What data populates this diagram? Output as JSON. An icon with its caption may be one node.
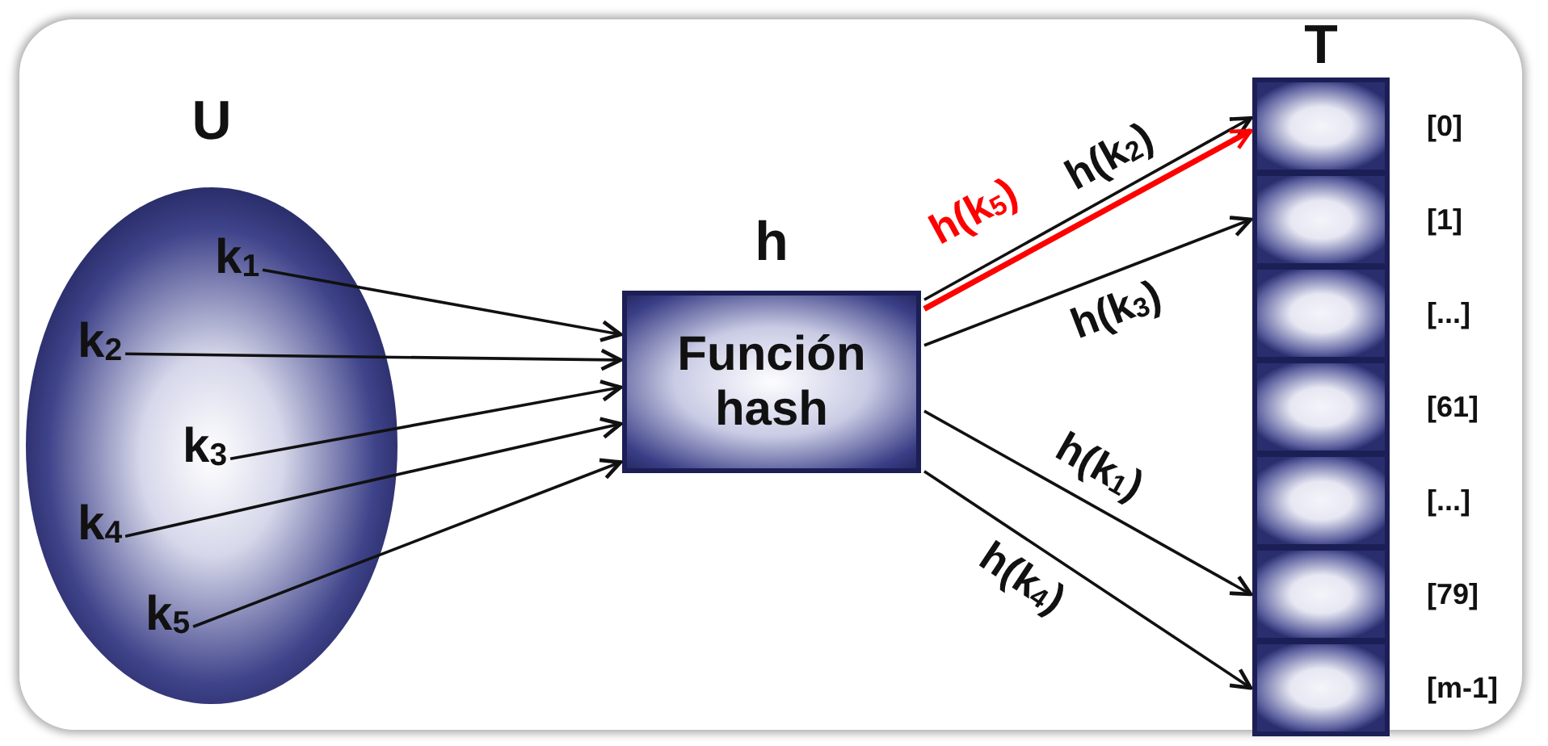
{
  "diagram": {
    "nodes": [
      {
        "text": [
          "U"
        ]
      },
      {
        "text": [
          "k$_{1}$"
        ],
        "in": 0
      },
      {
        "text": [
          "k$_{2}$"
        ],
        "in": 0
      },
      {
        "text": [
          "k$_{3}$"
        ],
        "in": 0
      },
      {
        "text": [
          "k$_{4}$"
        ],
        "in": 0
      },
      {
        "text": [
          "k$_{5}$"
        ],
        "in": 0
      },
      {
        "text": [
          "h",
          "Función hash"
        ]
      },
      {
        "text": [
          "T"
        ]
      },
      {
        "text": [],
        "shape": "box",
        "in": 7,
        "beside": [
          "[0]"
        ]
      },
      {
        "text": [],
        "shape": "box",
        "in": 7,
        "beside": [
          "[1]"
        ]
      },
      {
        "text": [],
        "shape": "box",
        "in": 7,
        "beside": [
          "[...]"
        ]
      },
      {
        "text": [],
        "shape": "box",
        "in": 7,
        "beside": [
          "[61]"
        ]
      },
      {
        "text": [],
        "shape": "box",
        "in": 7,
        "beside": [
          "[...]"
        ]
      },
      {
        "text": [],
        "shape": "box",
        "in": 7,
        "beside": [
          "[79]"
        ]
      },
      {
        "text": [],
        "shape": "box",
        "in": 7,
        "beside": [
          "[m-1]"
        ]
      }
    ],
    "edges": [
      {
        "from": 1,
        "to": 6,
        "arrow": "to"
      },
      {
        "from": 2,
        "to": 6,
        "arrow": "to"
      },
      {
        "from": 3,
        "to": 6,
        "arrow": "to"
      },
      {
        "from": 4,
        "to": 6,
        "arrow": "to"
      },
      {
        "from": 5,
        "to": 6,
        "arrow": "to"
      },
      {
        "from": 6,
        "to": 8,
        "arrow": "to",
        "label": "h(k$_{2}$)"
      },
      {
        "from": 6,
        "to": 8,
        "arrow": "to",
        "label": "h(k$_{5}$)",
        "style": "thick",
        "color": "#ff0000"
      },
      {
        "from": 6,
        "to": 9,
        "arrow": "to",
        "label": "h(k$_{3}$)"
      },
      {
        "from": 6,
        "to": 13,
        "arrow": "to",
        "label": "h(k$_{1}$)"
      },
      {
        "from": 6,
        "to": 14,
        "arrow": "to",
        "label": "h(k$_{4}$)"
      }
    ]
  }
}
